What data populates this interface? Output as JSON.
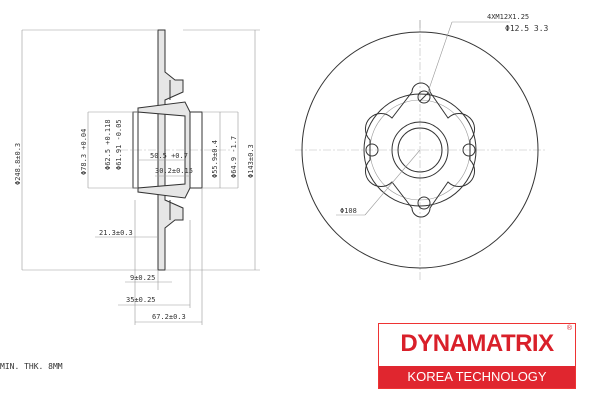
{
  "side_view": {
    "dimensions": {
      "outer_diameter": "Φ248.8±0.3",
      "bore_diameter": "Φ78.3 +0.04",
      "seat_diameter_1": "Φ62.5 +0.118",
      "seat_diameter_2": "Φ61.91 -0.05",
      "bore_depth": "50.5 +0.7",
      "hub_step": "30.2±0.15",
      "hub_diameter_1": "Φ55.9±0.4",
      "hub_diameter_2": "Φ64.9 -1.7",
      "hat_diameter": "Φ143±0.3",
      "offset": "21.3±0.3",
      "thickness": "9±0.25",
      "flange_height": "35±0.25",
      "total_height": "67.2±0.3"
    },
    "min_thickness": "MIN. THK. 8MM"
  },
  "front_view": {
    "thread_spec": "4XM12X1.25",
    "hole_spec": "Φ12.5  3.3",
    "pcd": "Φ108"
  },
  "logo": {
    "brand": "DYNAMATRIX",
    "tagline": "KOREA TECHNOLOGY",
    "registered": "®",
    "color": "#e0262f"
  }
}
